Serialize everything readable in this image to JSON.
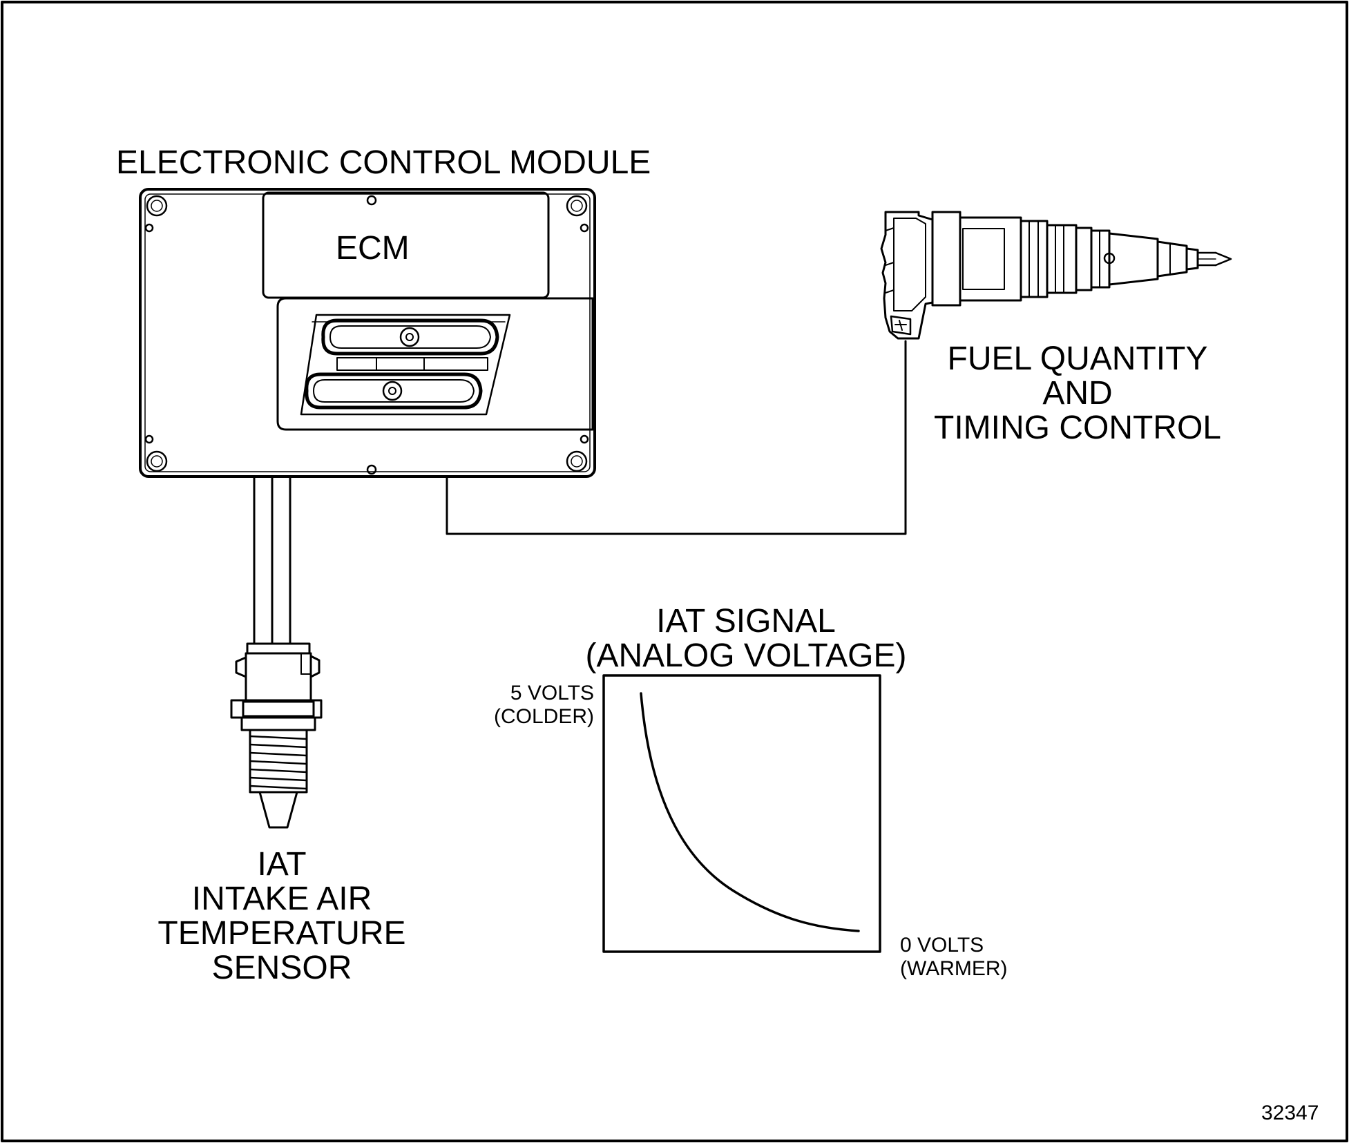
{
  "ecm": {
    "title": "ELECTRONIC CONTROL MODULE",
    "badge": "ECM"
  },
  "fuel": {
    "line1": "FUEL QUANTITY",
    "line2": "AND",
    "line3": "TIMING CONTROL"
  },
  "sensor": {
    "line1": "IAT",
    "line2": "INTAKE AIR",
    "line3": "TEMPERATURE",
    "line4": "SENSOR"
  },
  "signal": {
    "title1": "IAT SIGNAL",
    "title2": "(ANALOG VOLTAGE)",
    "high_volts": "5 VOLTS",
    "high_note": "(COLDER)",
    "low_volts": "0 VOLTS",
    "low_note": "(WARMER)"
  },
  "figure_number": "32347",
  "colors": {
    "ink": "#000000",
    "background": "#ffffff"
  }
}
